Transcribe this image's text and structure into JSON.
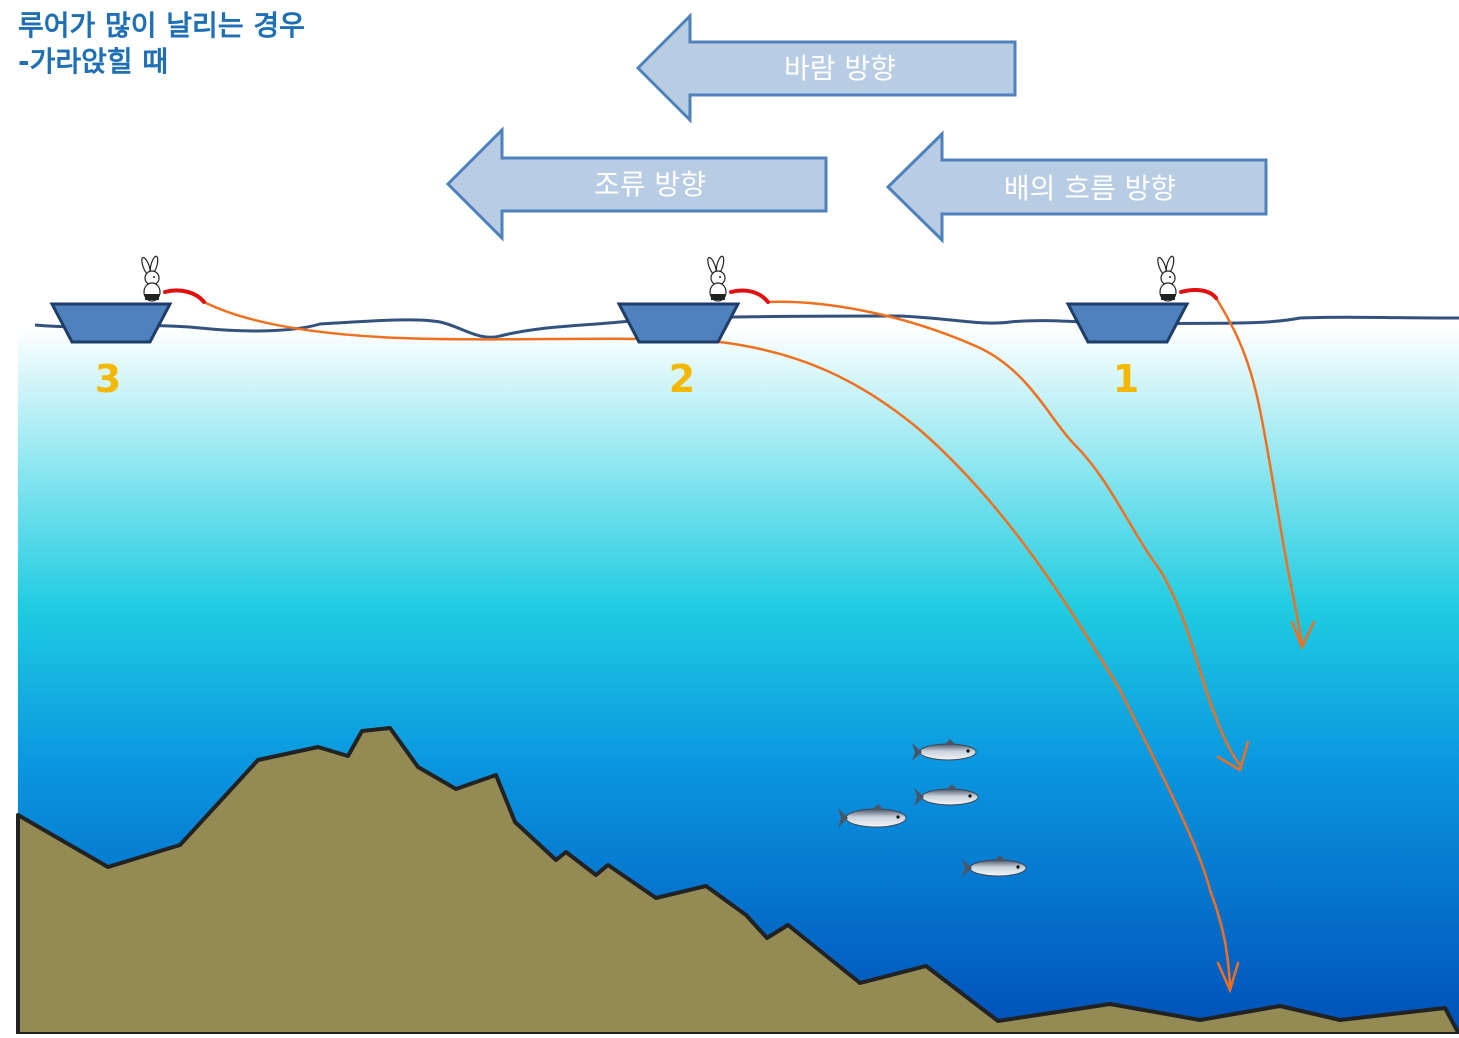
{
  "title": {
    "line1": "루어가 많이 날리는 경우",
    "line2": "-가라앉힐 때"
  },
  "arrows": {
    "wind": "바람 방향",
    "tide": "조류 방향",
    "boat_drift": "배의 흐름 방향"
  },
  "boats": [
    {
      "number": "3"
    },
    {
      "number": "2"
    },
    {
      "number": "1"
    }
  ],
  "colors": {
    "arrow_fill": "#b8cce4",
    "arrow_stroke": "#4f81bd",
    "boat_fill": "#4f81bd",
    "boat_stroke": "#1f3d6b",
    "number": "#f5b800",
    "line": "#f07020",
    "rod": "#e01010",
    "seabed": "#948a54",
    "water_top": "#ffffff",
    "water_mid": "#1ecbe1",
    "water_bottom": "#0050b8",
    "surface_line": "#34527e"
  }
}
